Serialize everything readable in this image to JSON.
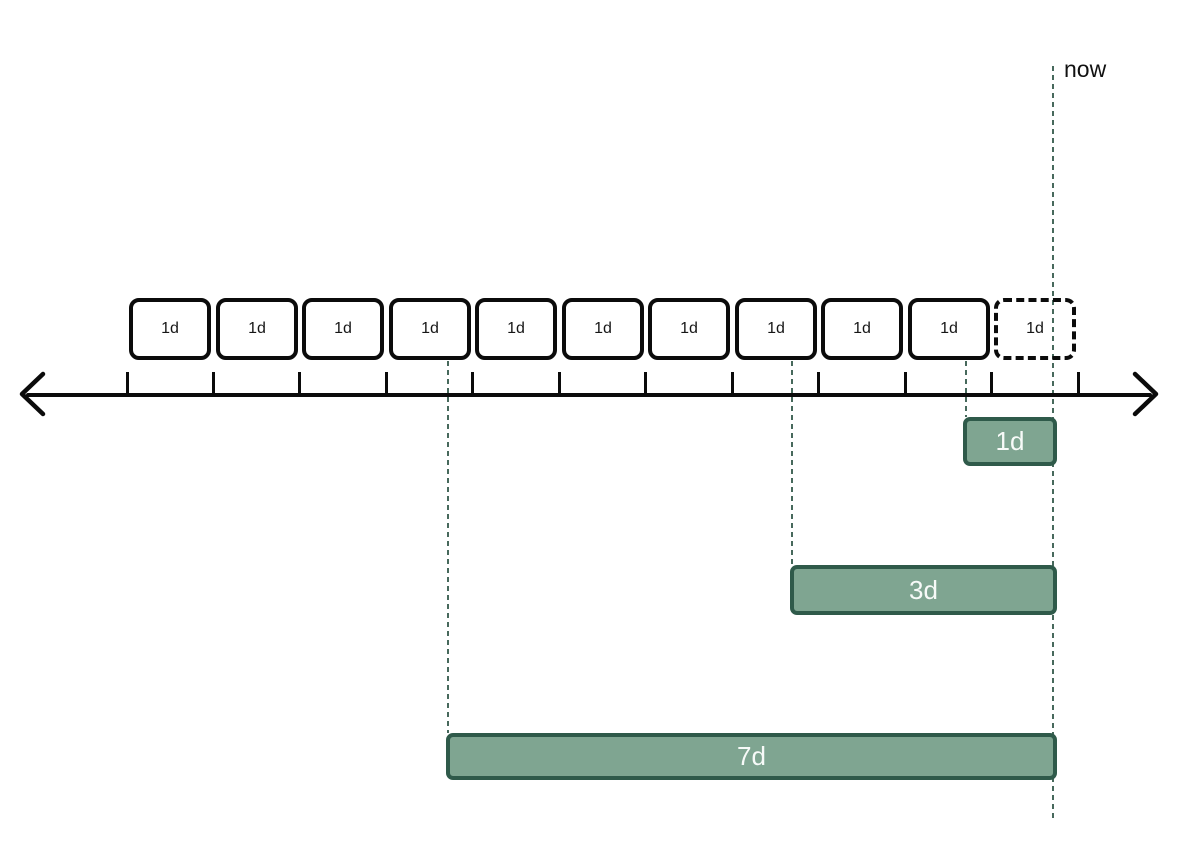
{
  "now_label": "now",
  "timeline": {
    "boxes": [
      {
        "label": "1d",
        "style": "solid"
      },
      {
        "label": "1d",
        "style": "solid"
      },
      {
        "label": "1d",
        "style": "solid"
      },
      {
        "label": "1d",
        "style": "solid"
      },
      {
        "label": "1d",
        "style": "solid"
      },
      {
        "label": "1d",
        "style": "solid"
      },
      {
        "label": "1d",
        "style": "solid"
      },
      {
        "label": "1d",
        "style": "solid"
      },
      {
        "label": "1d",
        "style": "solid"
      },
      {
        "label": "1d",
        "style": "solid"
      },
      {
        "label": "1d",
        "style": "dashed"
      }
    ],
    "axis": {
      "tick_count": 12,
      "double_arrow": true
    }
  },
  "lookback_bars": [
    {
      "label": "1d",
      "span_days": 1
    },
    {
      "label": "3d",
      "span_days": 3
    },
    {
      "label": "7d",
      "span_days": 7
    }
  ],
  "colors": {
    "ink": "#0b0b0b",
    "bar_fill": "#7fa591",
    "bar_border": "#2f5a4a",
    "guide_line": "#47695c",
    "bar_label": "#ffffff"
  }
}
